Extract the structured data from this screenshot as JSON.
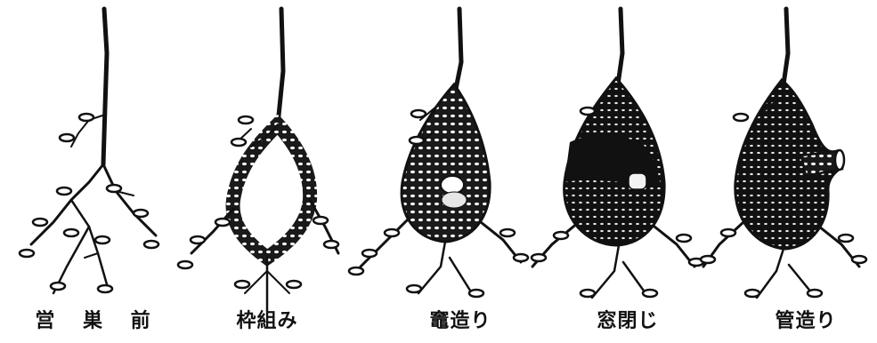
{
  "stages": [
    {
      "label": "営 巣 前"
    },
    {
      "label": "枠組み"
    },
    {
      "label": "竈造り"
    },
    {
      "label": "窓閉じ"
    },
    {
      "label": "管造り"
    }
  ],
  "colors": {
    "ink": "#111111",
    "paper": "#ffffff"
  }
}
